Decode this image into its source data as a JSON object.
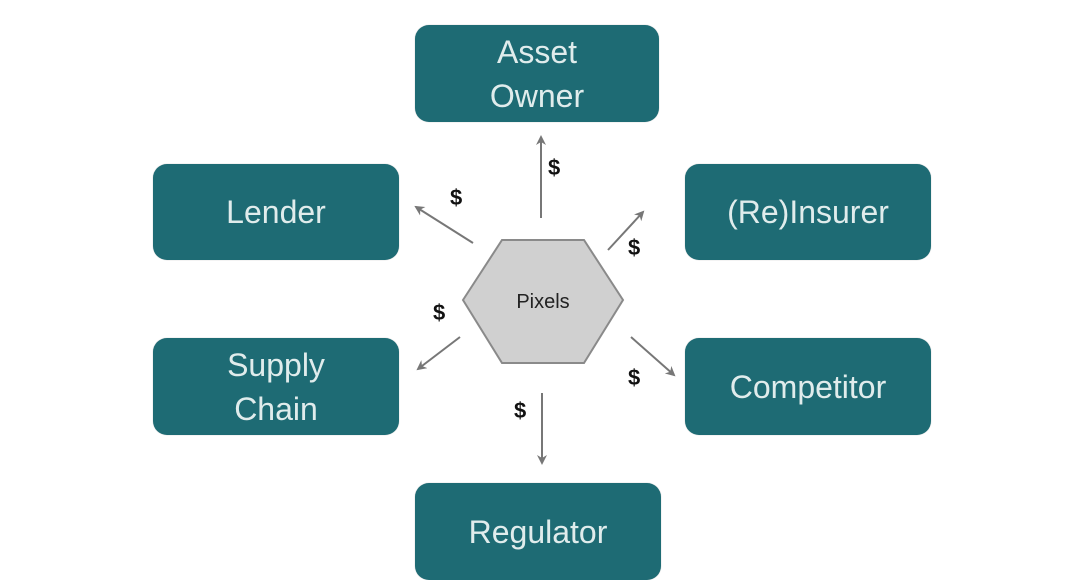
{
  "diagram": {
    "hub": {
      "label": "Pixels"
    },
    "nodes": [
      {
        "id": "asset-owner",
        "label": "Asset\nOwner"
      },
      {
        "id": "lender",
        "label": "Lender"
      },
      {
        "id": "reinsurer",
        "label": "(Re)Insurer"
      },
      {
        "id": "supply-chain",
        "label": "Supply\nChain"
      },
      {
        "id": "competitor",
        "label": "Competitor"
      },
      {
        "id": "regulator",
        "label": "Regulator"
      }
    ],
    "edges": [
      {
        "from": "Pixels",
        "to": "asset-owner",
        "label": "$"
      },
      {
        "from": "Pixels",
        "to": "lender",
        "label": "$"
      },
      {
        "from": "Pixels",
        "to": "reinsurer",
        "label": "$"
      },
      {
        "from": "Pixels",
        "to": "supply-chain",
        "label": "$"
      },
      {
        "from": "Pixels",
        "to": "competitor",
        "label": "$"
      },
      {
        "from": "Pixels",
        "to": "regulator",
        "label": "$"
      }
    ],
    "colors": {
      "node_fill": "#1e6b74",
      "node_text": "#e0ecec",
      "hub_fill": "#d0d0d0",
      "hub_stroke": "#8a8a8a",
      "arrow": "#777777"
    }
  }
}
